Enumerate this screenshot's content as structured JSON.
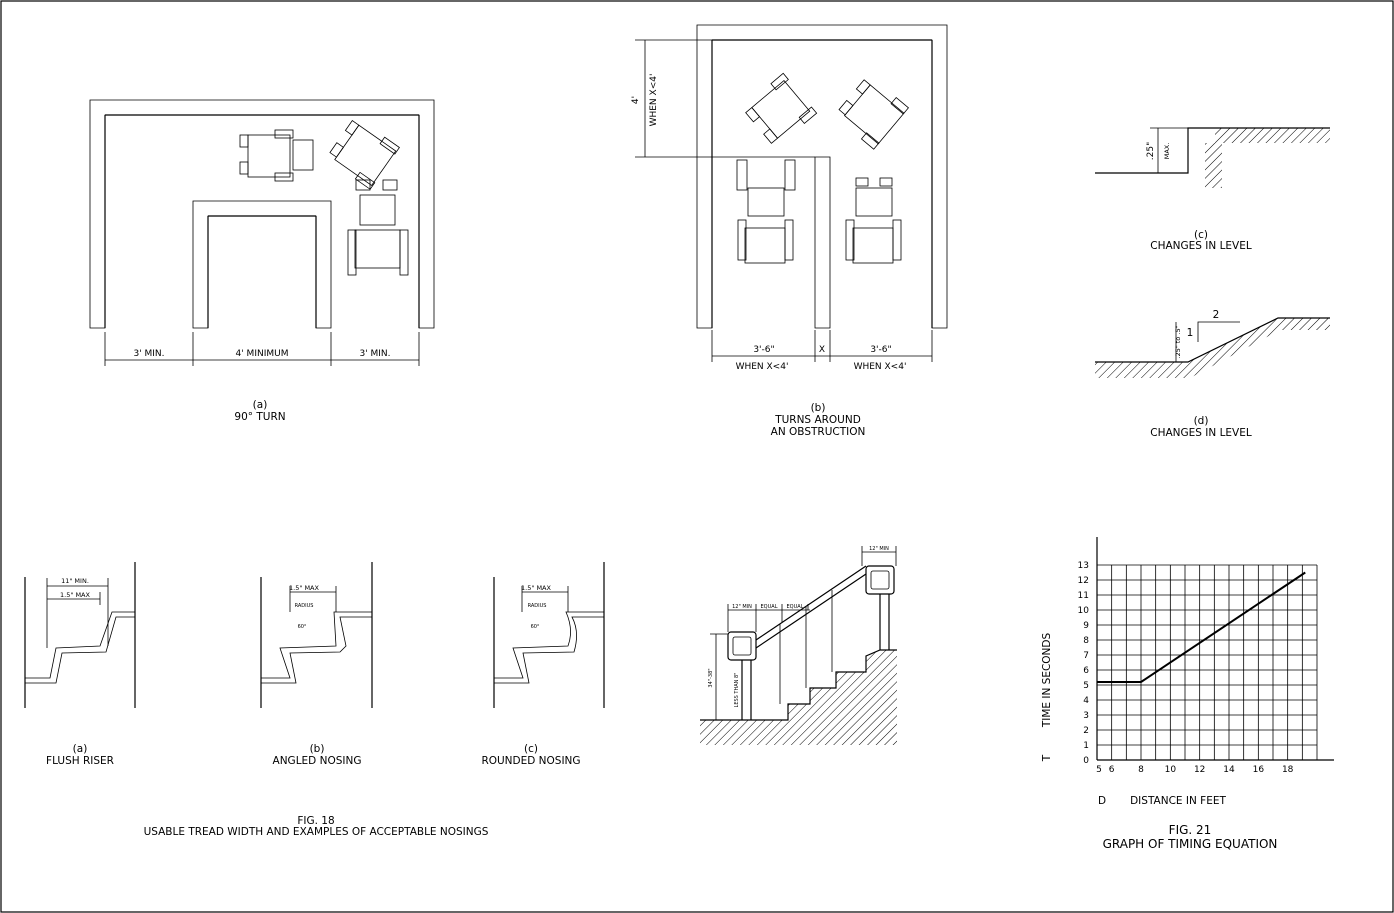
{
  "fig_a": {
    "dim_left": "3' MIN.",
    "dim_mid": "4' MINIMUM",
    "dim_right": "3' MIN.",
    "label": "(a)",
    "caption": "90° TURN"
  },
  "fig_b": {
    "dim_vert_value": "4'",
    "dim_vert_cond": "WHEN X<4'",
    "dim_left": "3'-6\"",
    "dim_x": "X",
    "dim_right": "3'-6\"",
    "cond_left": "WHEN X<4'",
    "cond_right": "WHEN X<4'",
    "label": "(b)",
    "caption_line1": "TURNS AROUND",
    "caption_line2": "AN OBSTRUCTION"
  },
  "fig_c": {
    "dim_value": ".25\"",
    "dim_max": "MAX.",
    "label": "(c)",
    "caption": "CHANGES IN LEVEL"
  },
  "fig_d": {
    "rise_label": ".25\" to .5\"",
    "slope_rise": "1",
    "slope_run": "2",
    "label": "(d)",
    "caption": "CHANGES IN LEVEL"
  },
  "fig18": {
    "flush": {
      "dim1": "11\" MIN.",
      "dim2": "1.5\" MAX",
      "label": "(a)",
      "caption": "FLUSH RISER"
    },
    "angled": {
      "dim1": "1.5\" MAX",
      "radius": "RADIUS",
      "angle": "60°",
      "label": "(b)",
      "caption": "ANGLED NOSING"
    },
    "rounded": {
      "dim1": "1.5\" MAX",
      "radius": "RADIUS",
      "angle": "60°",
      "label": "(c)",
      "caption": "ROUNDED NOSING"
    },
    "title": "FIG. 18",
    "subtitle": "USABLE TREAD WIDTH AND EXAMPLES OF ACCEPTABLE NOSINGS"
  },
  "handrail": {
    "top_dim": "12\" MIN",
    "dim_a": "12\" MIN",
    "dim_b": "EQUAL",
    "dim_c": "EQUAL",
    "height": "34\"-38\"",
    "less_than": "LESS THAN 8\""
  },
  "chart_data": {
    "type": "line",
    "title": "FIG. 21",
    "subtitle": "GRAPH OF TIMING EQUATION",
    "xlabel_symbol": "D",
    "xlabel": "DISTANCE IN FEET",
    "ylabel_symbol": "T",
    "ylabel": "TIME IN SECONDS",
    "x_ticks": [
      "5",
      "6",
      "8",
      "10",
      "12",
      "14",
      "16",
      "18"
    ],
    "y_ticks": [
      "0",
      "1",
      "2",
      "3",
      "4",
      "5",
      "6",
      "7",
      "8",
      "9",
      "10",
      "11",
      "12",
      "13"
    ],
    "xlim": [
      5,
      20
    ],
    "ylim": [
      0,
      13
    ],
    "grid": true,
    "series": [
      {
        "x": [
          5,
          8,
          19.2
        ],
        "y": [
          5.2,
          5.2,
          12.5
        ]
      }
    ]
  }
}
